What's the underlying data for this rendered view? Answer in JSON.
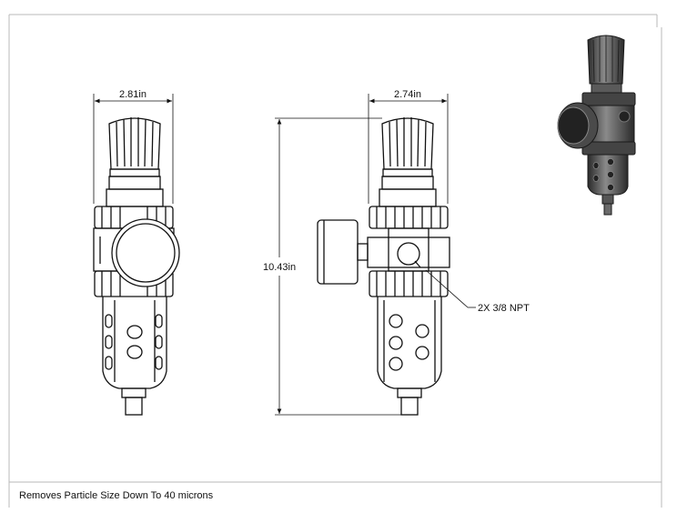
{
  "dimensions": {
    "front_width": "2.81in",
    "side_width": "2.74in",
    "height": "10.43in"
  },
  "callouts": {
    "ports": "2X 3/8 NPT"
  },
  "caption": "Removes Particle Size Down To 40 microns",
  "colors": {
    "line": "#111111",
    "render_body": "#3a3a3a",
    "render_highlight": "#8a8a8a"
  }
}
